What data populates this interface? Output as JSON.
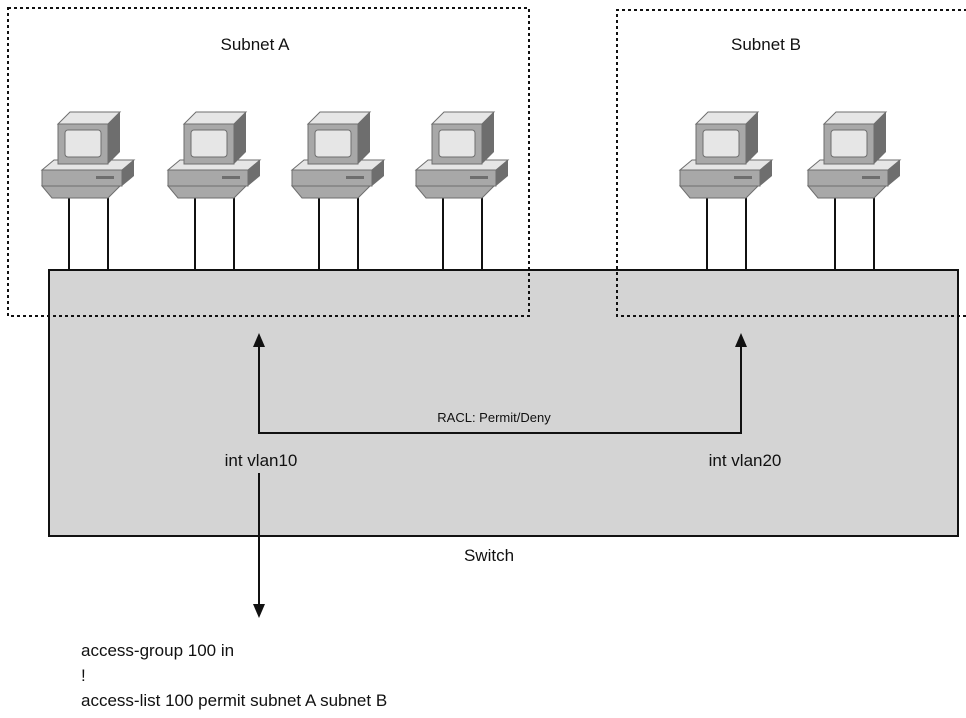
{
  "subnets": {
    "a_label": "Subnet A",
    "b_label": "Subnet B"
  },
  "switch": {
    "label": "Switch",
    "vlan10_label": "int vlan10",
    "vlan20_label": "int vlan20",
    "racl_label": "RACL: Permit/Deny"
  },
  "config": {
    "line1": "access-group 100 in",
    "line2": "!",
    "line3": "access-list 100 permit subnet A subnet B"
  },
  "colors": {
    "switch_fill": "#d4d4d4",
    "monitor_light": "#e6e6e6",
    "monitor_mid": "#a8a8a8",
    "monitor_dark": "#6e6e6e",
    "line": "#111111"
  }
}
